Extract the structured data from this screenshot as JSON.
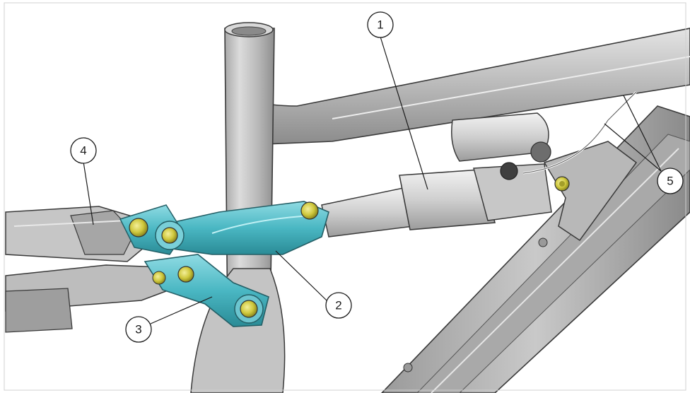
{
  "callouts": [
    {
      "id": "1",
      "label": "1"
    },
    {
      "id": "2",
      "label": "2"
    },
    {
      "id": "3",
      "label": "3"
    },
    {
      "id": "4",
      "label": "4"
    },
    {
      "id": "5",
      "label": "5"
    }
  ],
  "colors": {
    "frame_metal": "#b9b9b9",
    "frame_dark": "#8e8e8e",
    "linkage_cyan": "#49b8c4",
    "bolt_yellow": "#d6d04a",
    "shock_body": "#d2d2d2",
    "outline": "#3a3a3a"
  }
}
